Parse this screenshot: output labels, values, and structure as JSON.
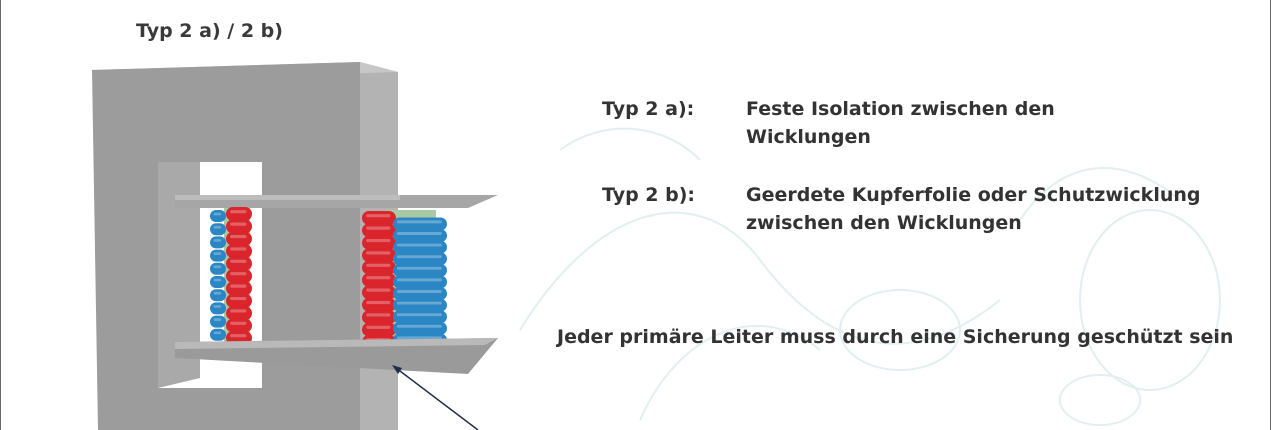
{
  "slide": {
    "title": "Typ 2 a) / 2 b)"
  },
  "types": [
    {
      "label": "Typ 2 a):",
      "lines": [
        "Feste Isolation zwischen den",
        "Wicklungen"
      ]
    },
    {
      "label": "Typ 2 b):",
      "lines": [
        "Geerdete Kupferfolie oder Schutzwicklung",
        "zwischen den Wicklungen"
      ]
    }
  ],
  "note": "Jeder primäre Leiter muss durch eine Sicherung geschützt sein",
  "colors": {
    "core_front": "#9b9b9b",
    "core_side": "#b2b2b2",
    "plate": "#a8a8a8",
    "winding_red": "#d9252b",
    "winding_blue": "#2b86c4",
    "insulation": "#a9c9a4",
    "arrow": "#1f2f4a"
  }
}
